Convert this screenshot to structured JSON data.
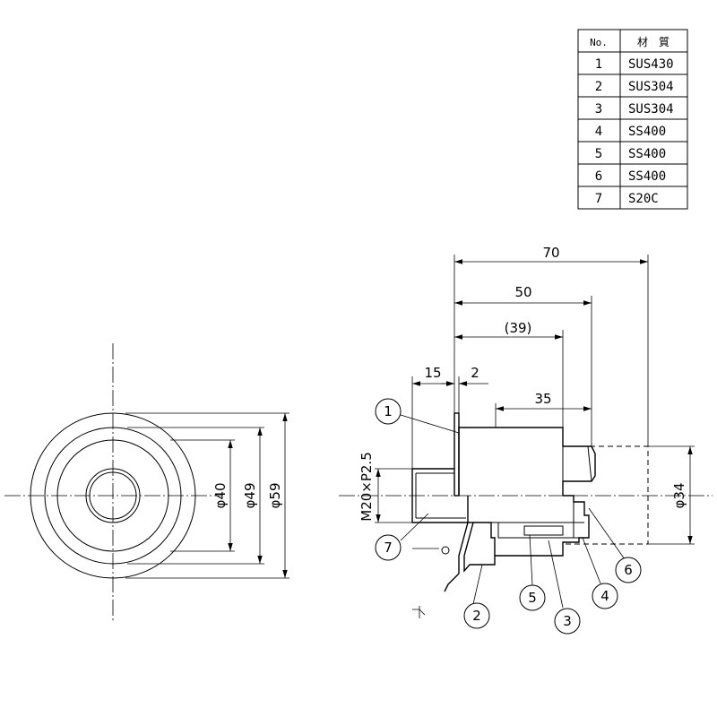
{
  "materials_table": {
    "header_no": "No.",
    "header_material": "材　質",
    "rows": [
      {
        "no": "1",
        "material": "SUS430"
      },
      {
        "no": "2",
        "material": "SUS304"
      },
      {
        "no": "3",
        "material": "SUS304"
      },
      {
        "no": "4",
        "material": "SS400"
      },
      {
        "no": "5",
        "material": "SS400"
      },
      {
        "no": "6",
        "material": "SS400"
      },
      {
        "no": "7",
        "material": "S20C"
      }
    ]
  },
  "front_view": {
    "dims": {
      "d40": "φ40",
      "d49": "φ49",
      "d59": "φ59"
    }
  },
  "side_view": {
    "dims": {
      "len70": "70",
      "len50": "50",
      "len39": "(39)",
      "len15": "15",
      "len2": "2",
      "len35": "35",
      "thread": "M20×P2.5",
      "d34": "φ34"
    },
    "balloons": [
      "1",
      "2",
      "3",
      "4",
      "5",
      "6",
      "7"
    ]
  },
  "colors": {
    "line": "#000000",
    "background": "#ffffff"
  }
}
